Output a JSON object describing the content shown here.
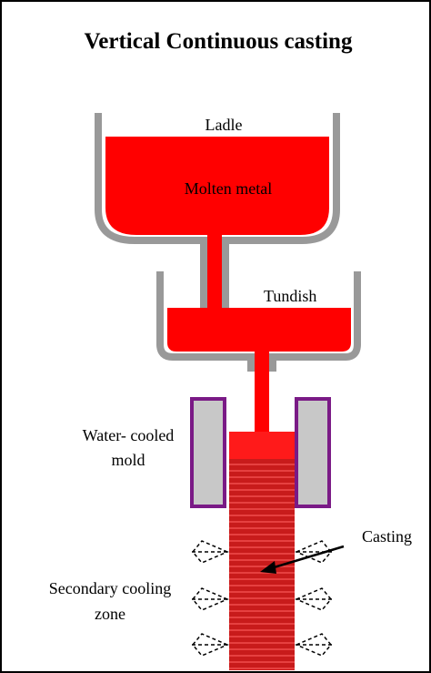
{
  "diagram": {
    "title": "Vertical  Continuous casting",
    "labels": {
      "ladle": "Ladle",
      "molten_metal": "Molten metal",
      "tundish": "Tundish",
      "mold_line1": "Water- cooled",
      "mold_line2": "mold",
      "casting": "Casting",
      "cooling_line1": "Secondary cooling",
      "cooling_line2": "zone"
    },
    "colors": {
      "molten": "#ff0000",
      "vessel_wall": "#999999",
      "mold_fill": "#c8c8c8",
      "mold_border": "#7a1a86",
      "casting_stripes": "#b01818",
      "border": "#000000"
    }
  }
}
